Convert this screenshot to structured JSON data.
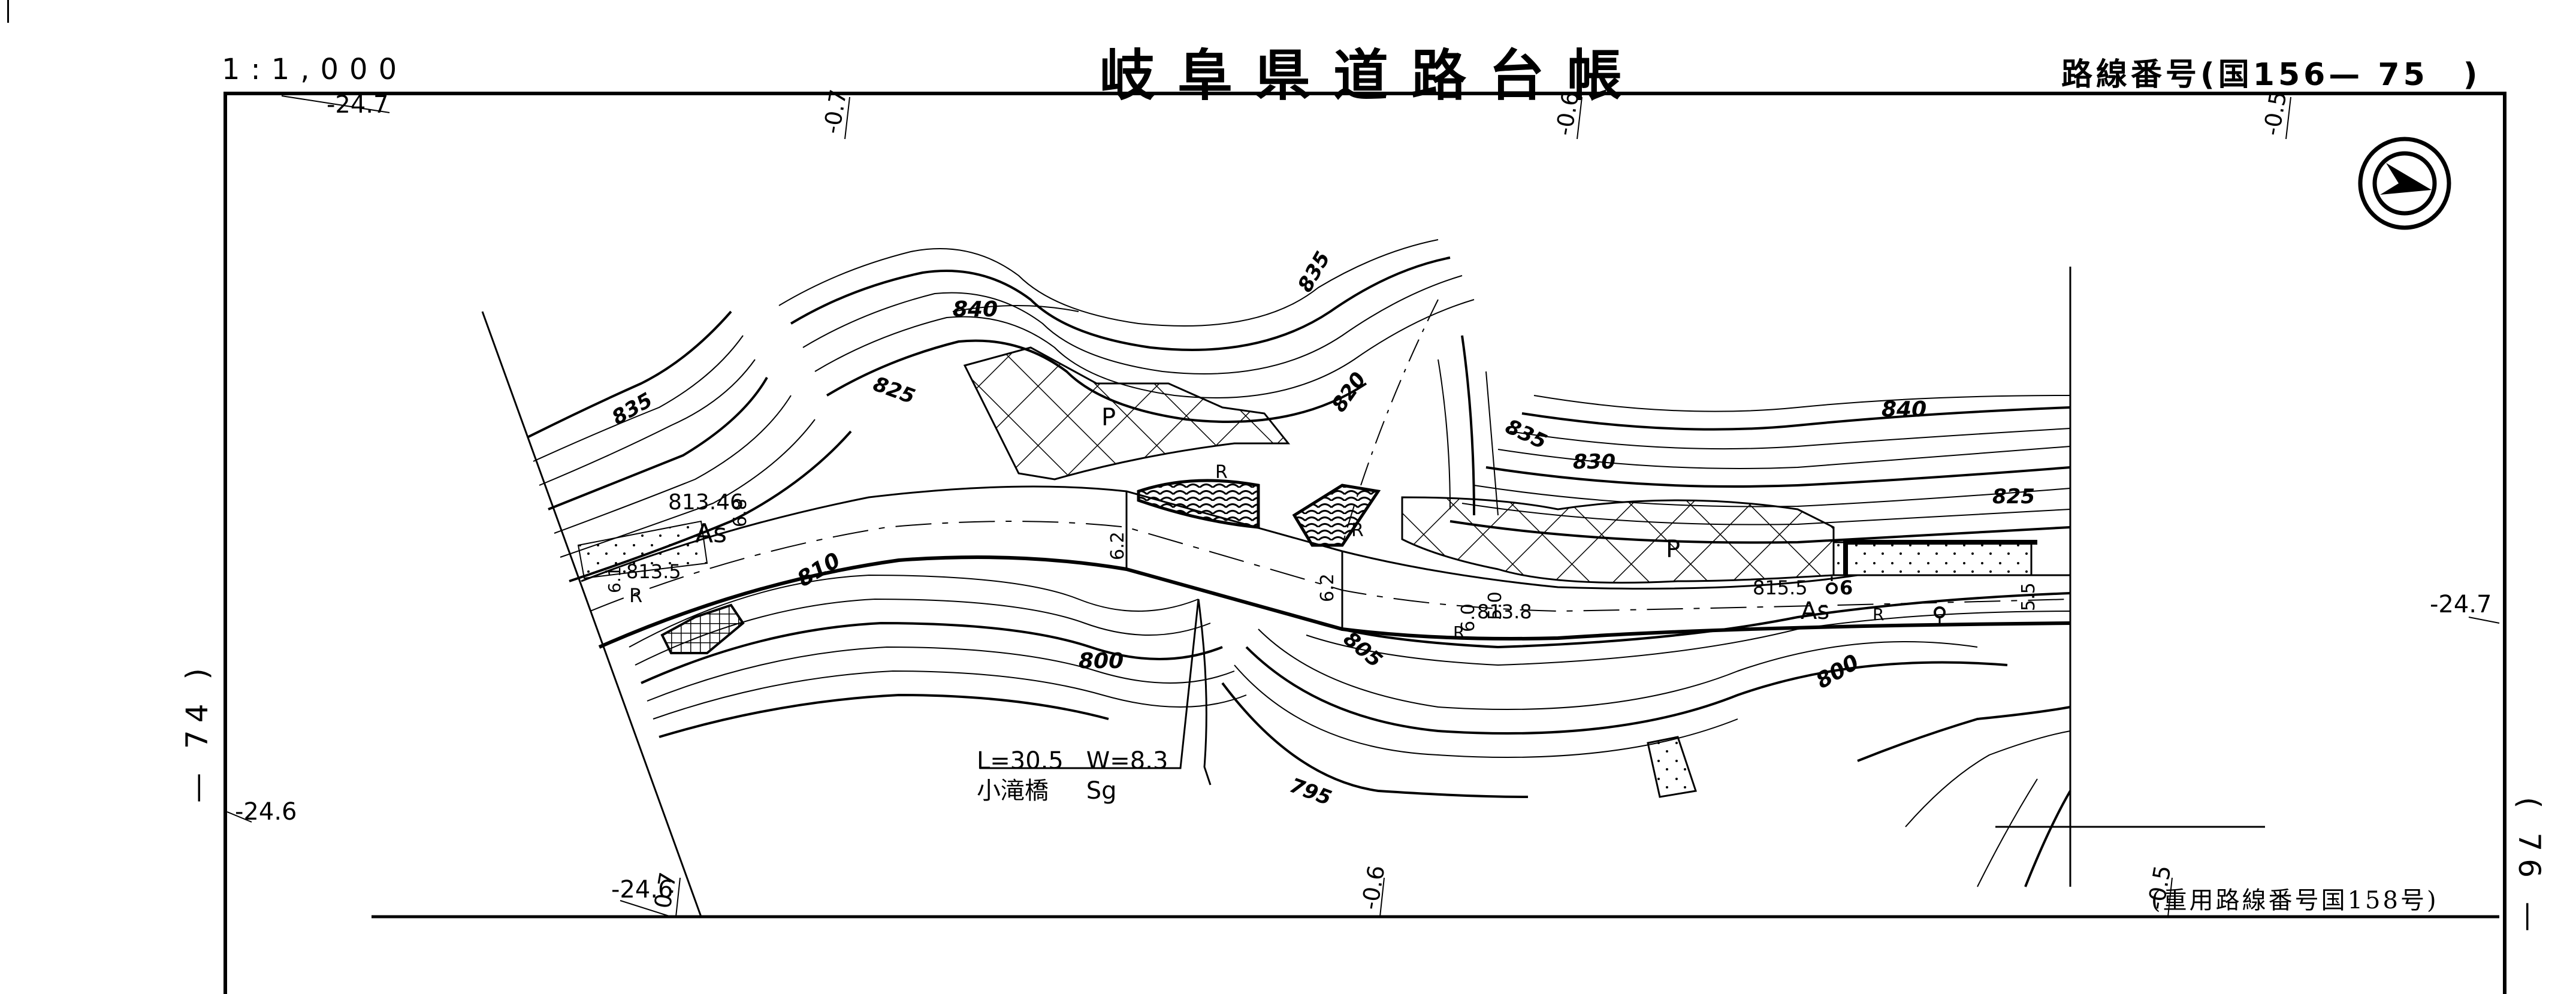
{
  "header": {
    "scale": "1:1,000",
    "title": "岐阜県道路台帳",
    "route_number": "路線番号(国156— 75　)"
  },
  "sheet": {
    "left_sheet": "— 74 )",
    "right_sheet": "( 76 —",
    "shared_route_note": "(重用路線番号国158号)"
  },
  "grid_labels": {
    "top": [
      "-24.7",
      "-0.7",
      "-0.6",
      "-0.5"
    ],
    "left": [
      "-24.6"
    ],
    "right": [
      "-24.7"
    ],
    "bottom": [
      "-24.6",
      "0.7",
      "-0.6",
      "-0.5"
    ]
  },
  "contours": {
    "labels": [
      "835",
      "825",
      "840",
      "835",
      "820",
      "835",
      "840",
      "830",
      "825",
      "810",
      "800",
      "805",
      "800",
      "795"
    ]
  },
  "road": {
    "surface": "As",
    "elevations": [
      "813.46",
      "813.5",
      "813.8",
      "815.5"
    ],
    "widths": [
      "6.8",
      "6.2",
      "6.1",
      "6.2",
      "6.0",
      "5.0",
      "5.5"
    ],
    "markers": [
      "R",
      "R",
      "R",
      "R",
      "R",
      "P",
      "P",
      "6"
    ]
  },
  "bridge": {
    "length": "L=30.5",
    "width": "W=8.3",
    "name": "小滝橋",
    "type": "Sg"
  },
  "north_arrow": {
    "icon": "north-arrow-icon"
  }
}
